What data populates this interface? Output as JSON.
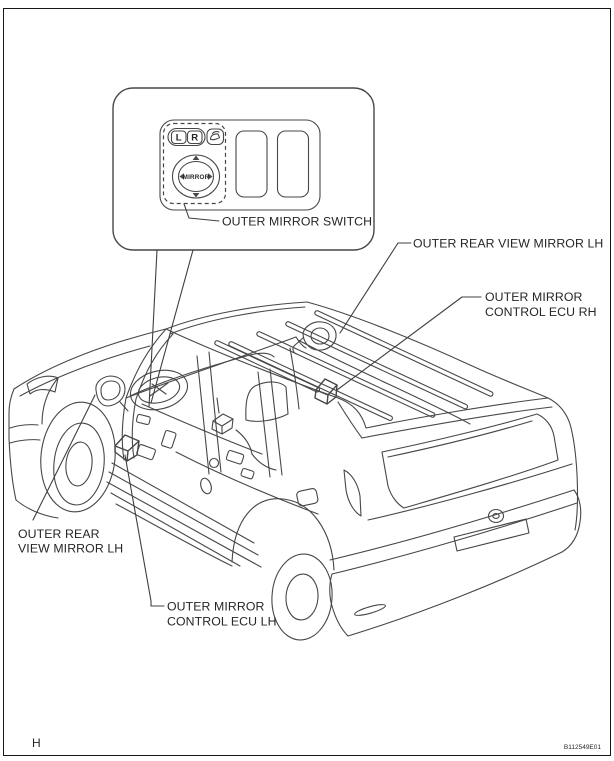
{
  "page": {
    "background": "#ffffff",
    "line_color": "#474747",
    "text_color": "#262626"
  },
  "footer": {
    "section_letter": "H",
    "figure_code": "B112549E01"
  },
  "switch_panel": {
    "label": "OUTER MIRROR SWITCH",
    "select_left_button": "L",
    "select_right_button": "R",
    "dial_label": "MIRROR",
    "icons": [
      "mirror-fold-icon",
      "arrow-up-icon",
      "arrow-down-icon",
      "arrow-left-icon",
      "arrow-right-icon"
    ]
  },
  "callouts": {
    "outer_rear_view_mirror_top": "OUTER REAR VIEW MIRROR LH",
    "outer_mirror_control_ecu_rh": {
      "line1": "OUTER MIRROR",
      "line2": "CONTROL ECU RH"
    },
    "outer_rear_view_mirror_left": {
      "line1": "OUTER REAR",
      "line2": "VIEW MIRROR LH"
    },
    "outer_mirror_control_ecu_lh": {
      "line1": "OUTER MIRROR",
      "line2": "CONTROL ECU LH"
    }
  }
}
